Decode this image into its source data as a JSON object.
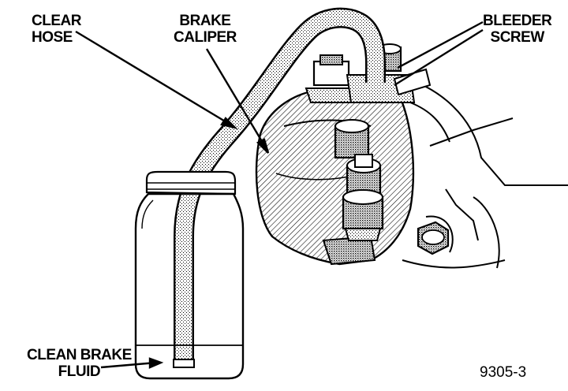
{
  "labels": {
    "clear_hose": [
      "CLEAR",
      "HOSE"
    ],
    "brake_caliper": [
      "BRAKE",
      "CALIPER"
    ],
    "bleeder_screw": [
      "BLEEDER",
      "SCREW"
    ],
    "clean_brake_fluid": [
      "CLEAN BRAKE",
      "FLUID"
    ]
  },
  "figure_number": "9305-3"
}
